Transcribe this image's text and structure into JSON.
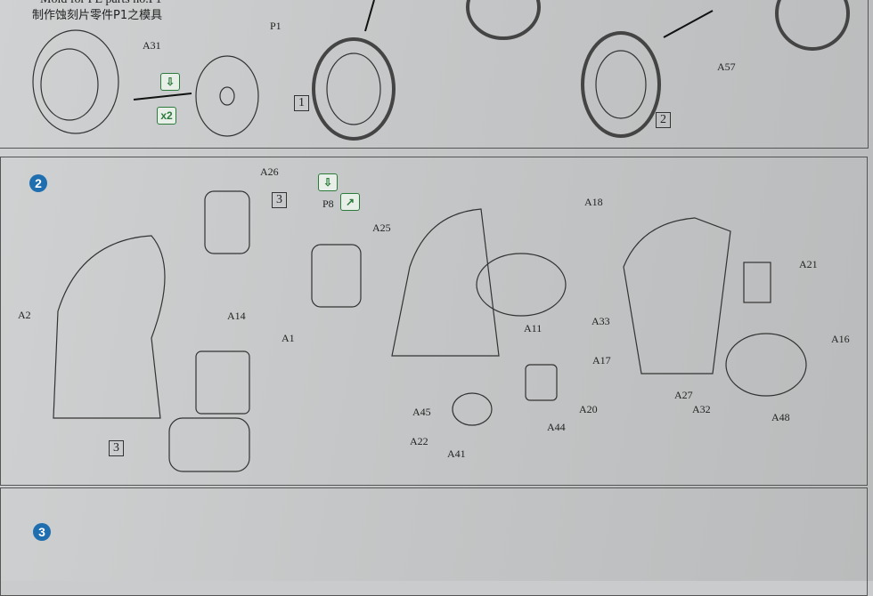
{
  "top_note": {
    "line1": "Mold for PE parts no.P1",
    "line2": "制作蚀刻片零件P1之模具"
  },
  "step1": {
    "labels": [
      "A31",
      "P1",
      "A57"
    ],
    "multiplier": "x2",
    "boxes": [
      "1",
      "2"
    ]
  },
  "step2": {
    "number": "2",
    "labels": [
      "A26",
      "P8",
      "A25",
      "A2",
      "A14",
      "A1",
      "A18",
      "A33",
      "A11",
      "A17",
      "A45",
      "A20",
      "A22",
      "A44",
      "A41",
      "A21",
      "A16",
      "A27",
      "A32",
      "A48"
    ],
    "boxes": [
      "3",
      "3"
    ]
  },
  "step3": {
    "number": "3"
  }
}
